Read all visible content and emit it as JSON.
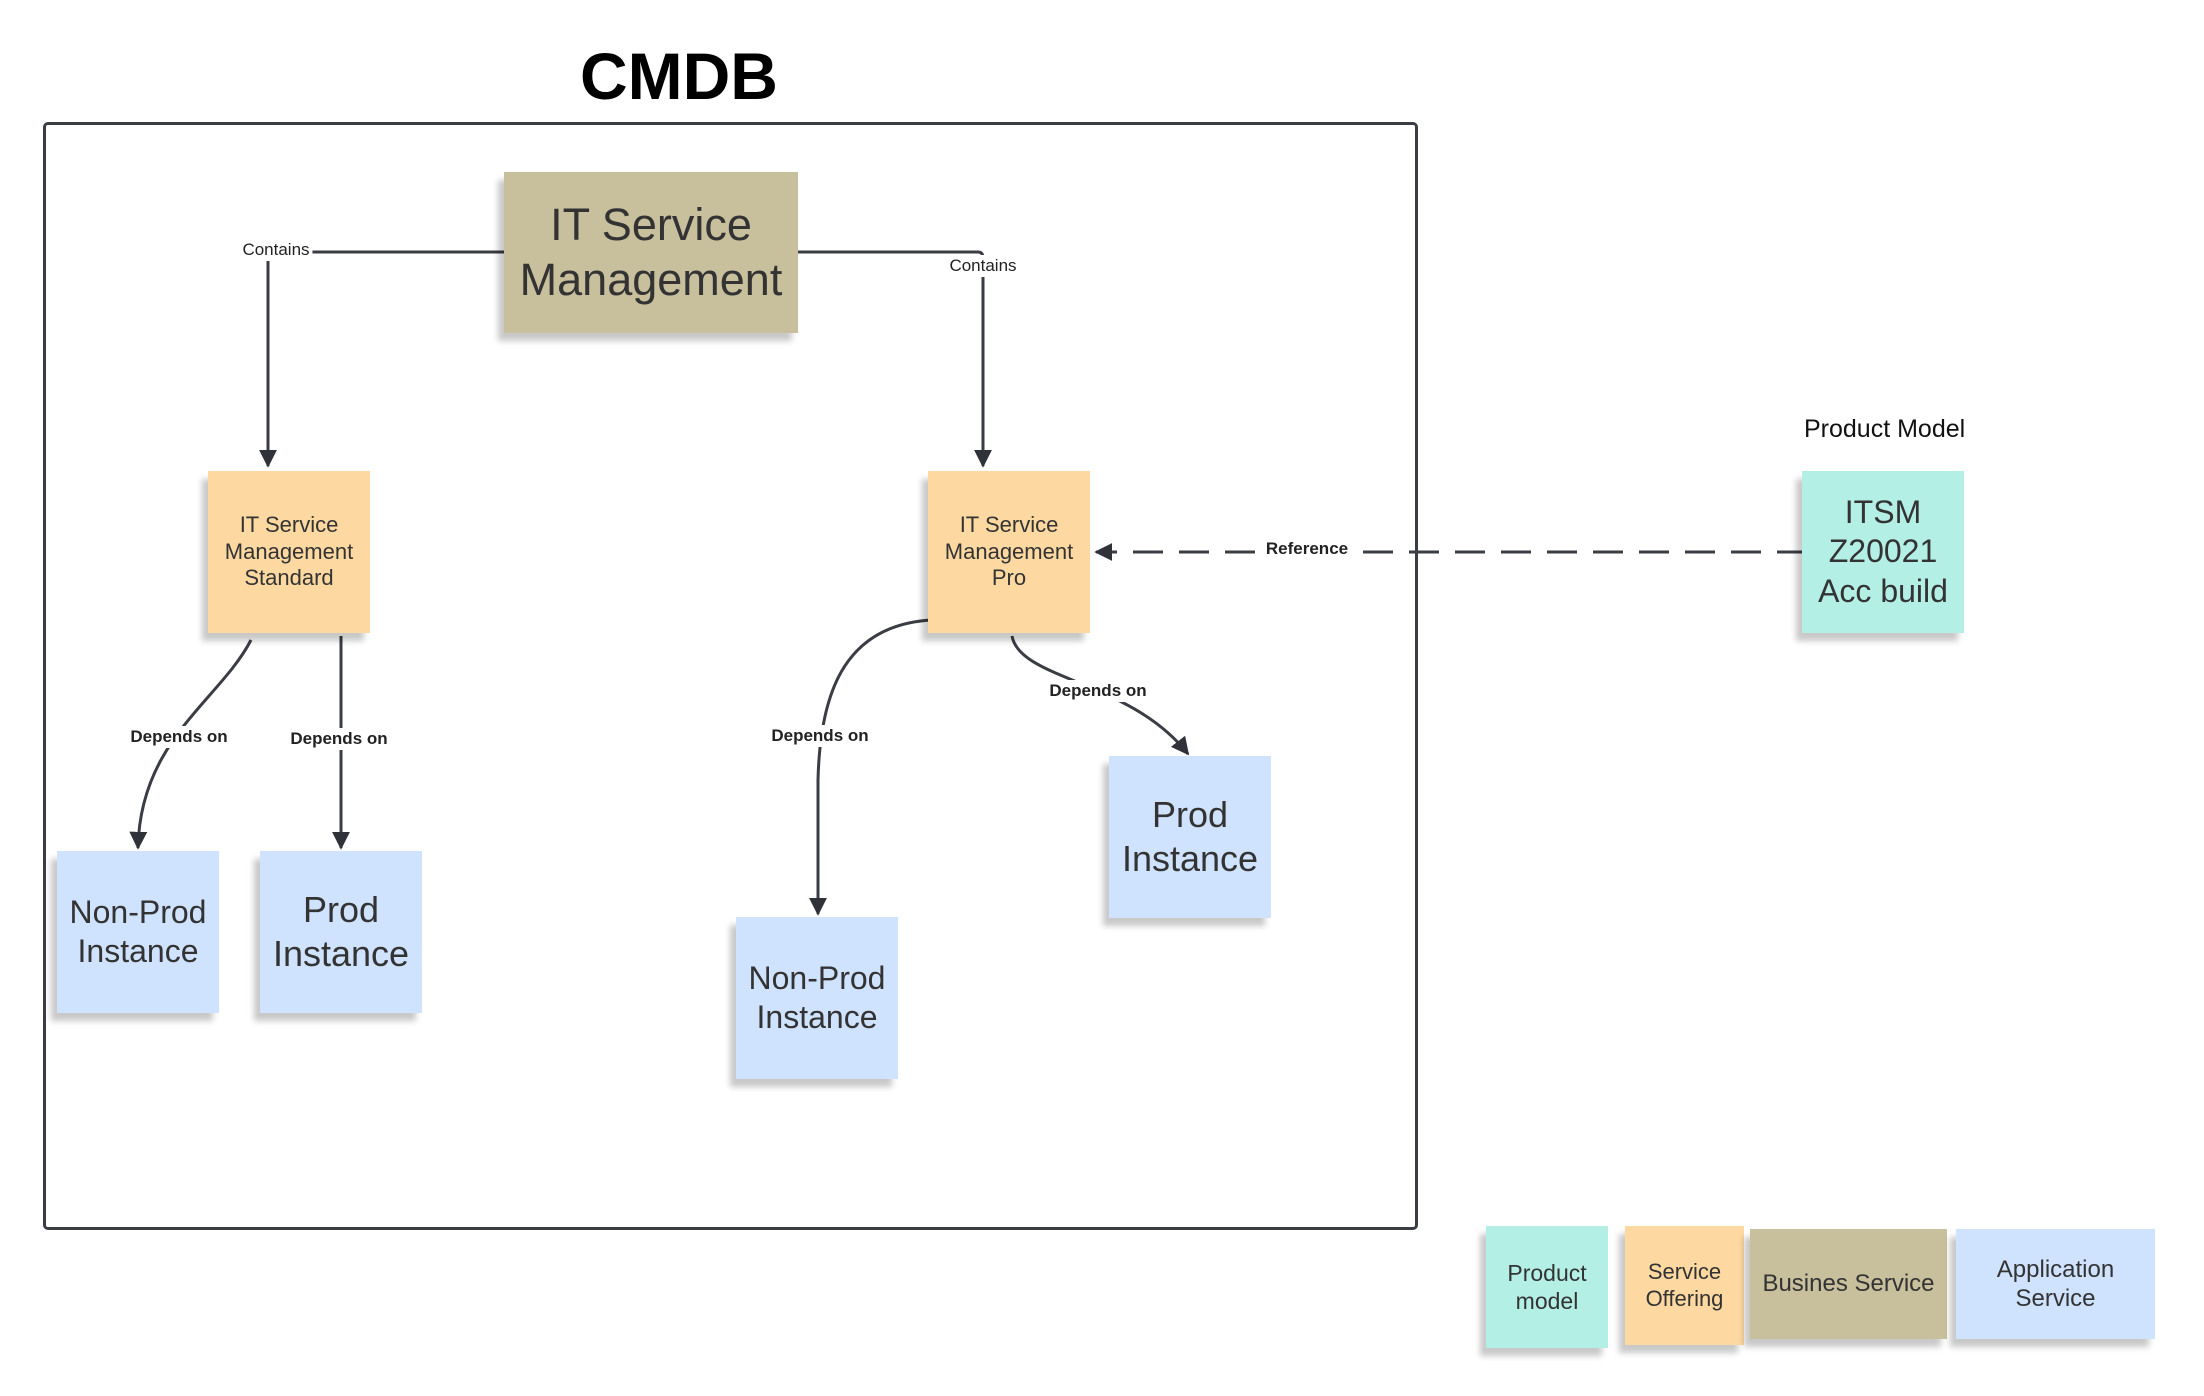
{
  "diagram": {
    "title": "CMDB",
    "business_service": {
      "label": "IT Service Management"
    },
    "offerings": [
      {
        "label": "IT Service Management Standard"
      },
      {
        "label": "IT Service Management Pro"
      }
    ],
    "instances": [
      {
        "label": "Non-Prod Instance"
      },
      {
        "label": "Prod Instance"
      },
      {
        "label": "Non-Prod Instance"
      },
      {
        "label": "Prod Instance"
      }
    ],
    "edge_labels": {
      "contains_left": "Contains",
      "contains_right": "Contains",
      "depends_1": "Depends on",
      "depends_2": "Depends on",
      "depends_3": "Depends on",
      "depends_4": "Depends on",
      "reference": "Reference"
    },
    "product_model": {
      "caption": "Product Model",
      "label": "ITSM Z20021 Acc build"
    }
  },
  "legend": [
    {
      "label": "Product model",
      "color": "#b3efe5"
    },
    {
      "label": "Service Offering",
      "color": "#fdd9a1"
    },
    {
      "label": "Busines Service",
      "color": "#c8bf9d"
    },
    {
      "label": "Application Service",
      "color": "#cfe2fe"
    }
  ],
  "colors": {
    "business_service": "#c8bf9d",
    "service_offering": "#fdd9a1",
    "application_service": "#cfe2fe",
    "product_model": "#b3efe5",
    "connector": "#3a3d44"
  }
}
